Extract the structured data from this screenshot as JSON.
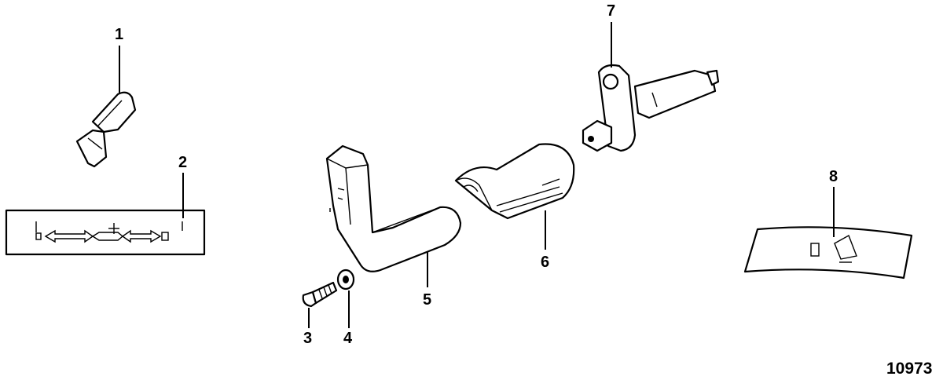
{
  "callouts": [
    "1",
    "2",
    "3",
    "4",
    "5",
    "6",
    "7",
    "8"
  ],
  "figure_number": "10973"
}
